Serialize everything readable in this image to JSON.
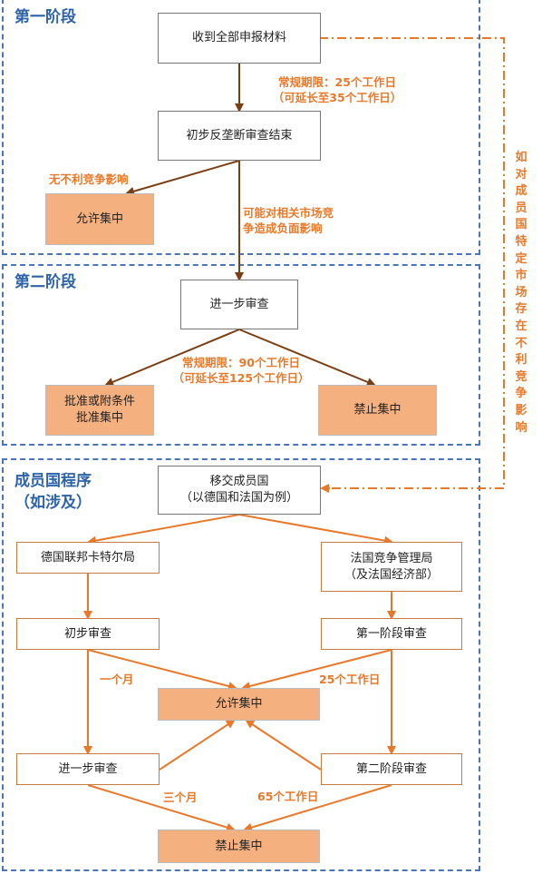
{
  "stages": {
    "stage1": "第一阶段",
    "stage2": "第二阶段",
    "stage3": "成员国程序\n（如涉及）"
  },
  "boxes": {
    "receive": "收到全部申报材料",
    "prelim_end": "初步反垄断审查结束",
    "allow1": "允许集中",
    "further": "进一步审查",
    "approve_cond": "批准或附条件\n批准集中",
    "prohibit1": "禁止集中",
    "refer": "移交成员国\n（以德国和法国为例）",
    "de_office": "德国联邦卡特尔局",
    "fr_office": "法国竞争管理局\n（及法国经济部）",
    "de_prelim": "初步审查",
    "fr_phase1": "第一阶段审查",
    "allow2": "允许集中",
    "de_further": "进一步审查",
    "fr_phase2": "第二阶段审查",
    "prohibit2": "禁止集中"
  },
  "labels": {
    "period1": "常规期限：25个工作日\n（可延长至35个工作日）",
    "no_adverse": "无不利竞争影响",
    "adverse": "可能对相关市场竞\n争造成负面影响",
    "period2": "常规期限：90个工作日\n（可延长至125个工作日）",
    "one_month": "一个月",
    "days25": "25个工作日",
    "three_months": "三个月",
    "days65": "65个工作日",
    "member_state_note": "如对成员国特定市场存在不利竞争影响"
  },
  "colors": {
    "stage_title": "#2e63a8",
    "frame": "#4a76b8",
    "result_fill": "#f5b07f",
    "brown_arrow": "#7b3f15",
    "orange_arrow": "#e8792b"
  }
}
